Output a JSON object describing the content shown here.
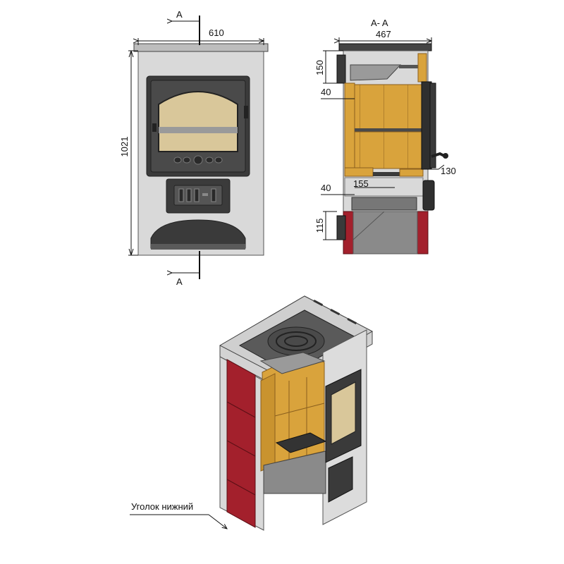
{
  "front_view": {
    "section_mark_top": "A",
    "section_mark_bottom": "A",
    "width_dim": "610",
    "height_dim": "1021"
  },
  "section_view": {
    "title": "A- A",
    "width_dim": "467",
    "dim_150": "150",
    "dim_40_upper": "40",
    "dim_130": "130",
    "dim_40_lower": "40",
    "dim_155": "155",
    "dim_115": "115"
  },
  "iso_view": {
    "callout_label": "Уголок нижний"
  },
  "colors": {
    "body": "#d7d7d7",
    "cast_iron": "#3a3a3a",
    "firebrick": "#d9a33c",
    "firebrick_dark": "#b9852a",
    "tile_red": "#a3202c",
    "glass": "#d9c79a"
  }
}
